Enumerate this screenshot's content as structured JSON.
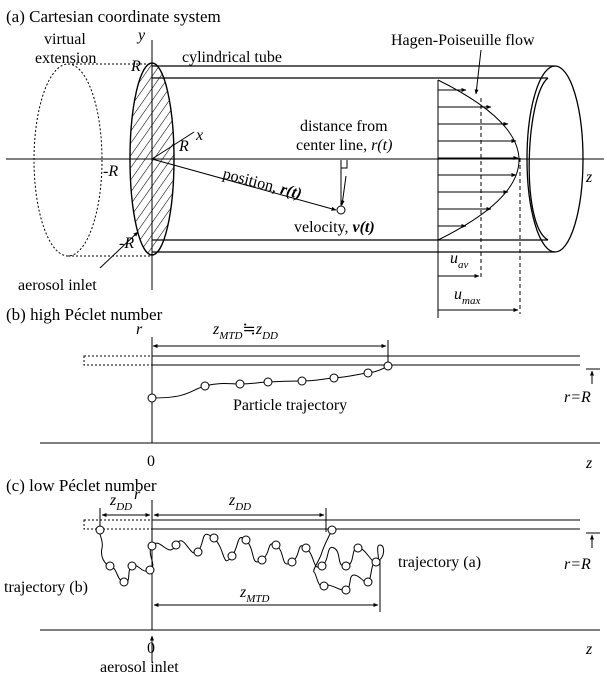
{
  "panel_a": {
    "title": "(a) Cartesian coordinate system",
    "virtual_extension": [
      "virtual",
      "extension"
    ],
    "tube_label": "cylindrical tube",
    "flow_label": "Hagen-Poiseuille flow",
    "axis_y": "y",
    "axis_x": "x",
    "axis_z": "z",
    "R_top": "R",
    "R_neg": "-R",
    "R_bottom": "-R",
    "R_radius": "R",
    "position_prefix": "position, ",
    "position_sym": "r(t)",
    "distance_line1": "distance from",
    "distance_line2_prefix": "center line, ",
    "distance_sym": "r(t)",
    "velocity_prefix": "velocity, ",
    "velocity_sym": "v(t)",
    "inlet_label": "aerosol inlet",
    "u_av": "u",
    "u_av_sub": "av",
    "u_max": "u",
    "u_max_sub": "max"
  },
  "panel_b": {
    "title": "(b) high Péclet number",
    "axis_r": "r",
    "axis_z": "z",
    "origin": "0",
    "z_mtd": "z",
    "z_mtd_sub": "MTD",
    "approx": "≒",
    "z_dd": "z",
    "z_dd_sub": "DD",
    "r_eq_R": "r=R",
    "trajectory_label": "Particle trajectory"
  },
  "panel_c": {
    "title": "(c) low Péclet number",
    "axis_r": "r",
    "axis_z": "z",
    "origin": "0",
    "z_dd_left": "z",
    "z_dd_left_sub": "DD",
    "z_dd_right": "z",
    "z_dd_right_sub": "DD",
    "z_mtd": "z",
    "z_mtd_sub": "MTD",
    "r_eq_R": "r=R",
    "traj_a": "trajectory (a)",
    "traj_b": "trajectory (b)",
    "inlet_label": "aerosol inlet"
  }
}
